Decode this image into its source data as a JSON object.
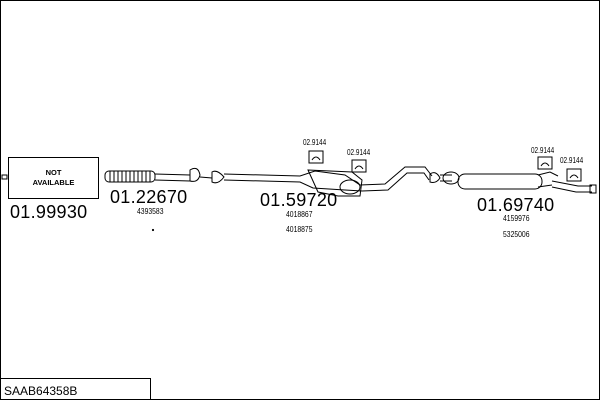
{
  "not_available": {
    "line1": "NOT",
    "line2": "AVAILABLE"
  },
  "parts": [
    {
      "number": "01.99930",
      "refs": []
    },
    {
      "number": "01.22670",
      "refs": [
        "4393583"
      ]
    },
    {
      "number": "01.59720",
      "refs": [
        "4018867",
        "4018875"
      ]
    },
    {
      "number": "01.69740",
      "refs": [
        "4159976",
        "5325006"
      ]
    }
  ],
  "clamps": [
    "02.9144",
    "02.9144",
    "02.9144",
    "02.9144"
  ],
  "code": "SAAB64358B",
  "colors": {
    "line": "#000000",
    "background": "#ffffff"
  }
}
